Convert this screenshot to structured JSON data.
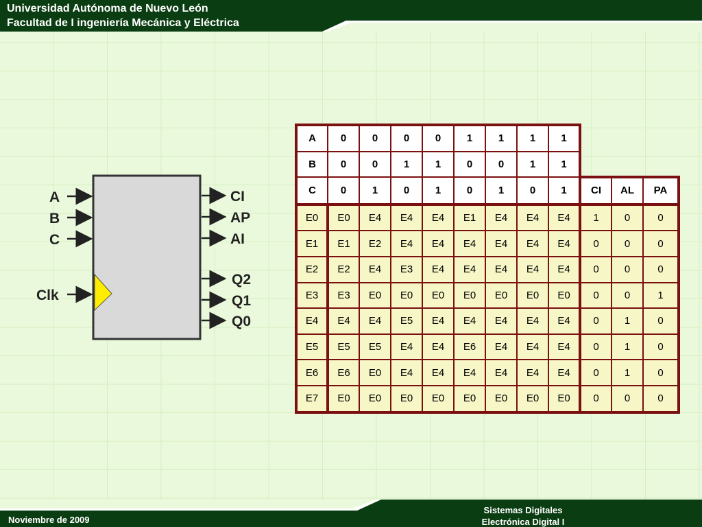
{
  "header": {
    "line1": "Universidad Autónoma de Nuevo León",
    "line2": "Facultad de I ingeniería Mecánica y Eléctrica"
  },
  "footer": {
    "date": "Noviembre de 2009",
    "course_line1": "Sistemas Digitales",
    "course_line2": "Electrónica Digital I"
  },
  "block": {
    "inputs": [
      "A",
      "B",
      "C"
    ],
    "clock": "Clk",
    "outputs_top": [
      "CI",
      "AP",
      "AI"
    ],
    "outputs_bottom": [
      "Q2",
      "Q1",
      "Q0"
    ]
  },
  "table": {
    "input_rows": [
      {
        "label": "A",
        "values": [
          "0",
          "0",
          "0",
          "0",
          "1",
          "1",
          "1",
          "1"
        ]
      },
      {
        "label": "B",
        "values": [
          "0",
          "0",
          "1",
          "1",
          "0",
          "0",
          "1",
          "1"
        ]
      },
      {
        "label": "C",
        "values": [
          "0",
          "1",
          "0",
          "1",
          "0",
          "1",
          "0",
          "1"
        ]
      }
    ],
    "output_headers": [
      "CI",
      "AL",
      "PA"
    ],
    "rows": [
      {
        "state": "E0",
        "next": [
          "E0",
          "E4",
          "E4",
          "E4",
          "E1",
          "E4",
          "E4",
          "E4"
        ],
        "out": [
          "1",
          "0",
          "0"
        ]
      },
      {
        "state": "E1",
        "next": [
          "E1",
          "E2",
          "E4",
          "E4",
          "E4",
          "E4",
          "E4",
          "E4"
        ],
        "out": [
          "0",
          "0",
          "0"
        ]
      },
      {
        "state": "E2",
        "next": [
          "E2",
          "E4",
          "E3",
          "E4",
          "E4",
          "E4",
          "E4",
          "E4"
        ],
        "out": [
          "0",
          "0",
          "0"
        ]
      },
      {
        "state": "E3",
        "next": [
          "E3",
          "E0",
          "E0",
          "E0",
          "E0",
          "E0",
          "E0",
          "E0"
        ],
        "out": [
          "0",
          "0",
          "1"
        ]
      },
      {
        "state": "E4",
        "next": [
          "E4",
          "E4",
          "E5",
          "E4",
          "E4",
          "E4",
          "E4",
          "E4"
        ],
        "out": [
          "0",
          "1",
          "0"
        ]
      },
      {
        "state": "E5",
        "next": [
          "E5",
          "E5",
          "E4",
          "E4",
          "E6",
          "E4",
          "E4",
          "E4"
        ],
        "out": [
          "0",
          "1",
          "0"
        ]
      },
      {
        "state": "E6",
        "next": [
          "E6",
          "E0",
          "E4",
          "E4",
          "E4",
          "E4",
          "E4",
          "E4"
        ],
        "out": [
          "0",
          "1",
          "0"
        ]
      },
      {
        "state": "E7",
        "next": [
          "E0",
          "E0",
          "E0",
          "E0",
          "E0",
          "E0",
          "E0",
          "E0"
        ],
        "out": [
          "0",
          "0",
          "0"
        ]
      }
    ]
  },
  "colors": {
    "banner": "#0b3d12",
    "background": "#eaf9dc",
    "table_border": "#7a1010",
    "state_cell": "#f6f6c6",
    "clock_triangle": "#ffee00"
  }
}
